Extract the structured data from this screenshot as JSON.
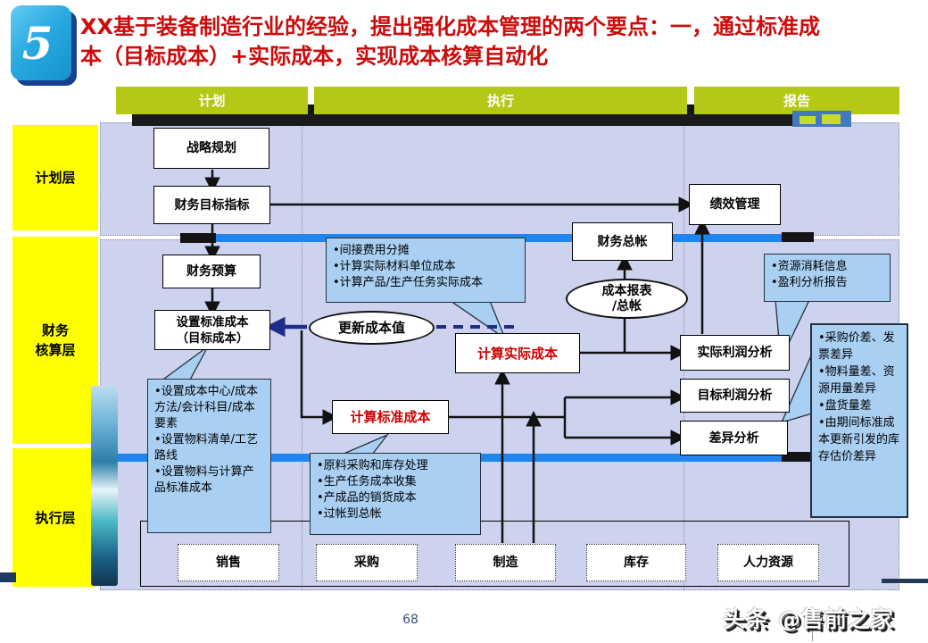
{
  "slide": {
    "badge": "5",
    "title": "XX基于装备制造行业的经验，提出强化成本管理的两个要点：一，通过标准成本（目标成本）+实际成本，实现成本核算自动化",
    "page_number": "68",
    "watermark": "头条 @售前之家"
  },
  "header": {
    "columns": [
      {
        "label": "计划"
      },
      {
        "label": "执行"
      },
      {
        "label": "报告"
      }
    ]
  },
  "layers": [
    {
      "label": "计划层"
    },
    {
      "label": "财务\n核算层"
    },
    {
      "label": "执行层"
    }
  ],
  "nodes": {
    "strategic_planning": {
      "label": "战略规划"
    },
    "financial_targets": {
      "label": "财务目标指标"
    },
    "financial_budget": {
      "label": "财务预算"
    },
    "set_standard_cost": {
      "label": "设置标准成本\n（目标成本）"
    },
    "update_cost_value": {
      "label": "更新成本值"
    },
    "calc_standard_cost": {
      "label": "计算标准成本"
    },
    "calc_actual_cost": {
      "label": "计算实际成本"
    },
    "financial_gl": {
      "label": "财务总帐"
    },
    "cost_report_gl": {
      "label": "成本报表\n/总帐"
    },
    "performance_mgmt": {
      "label": "绩效管理"
    },
    "actual_profit_analysis": {
      "label": "实际利润分析"
    },
    "target_profit_analysis": {
      "label": "目标利润分析"
    },
    "variance_analysis": {
      "label": "差异分析"
    }
  },
  "callouts": {
    "overhead": {
      "text": "•间接费用分摊\n•计算实际材料单位成本\n•计算产品/生产任务实际成本"
    },
    "setup": {
      "text": "•设置成本中心/成本方法/会计科目/成本要素\n•设置物料清单/工艺路线\n•设置物料与计算产品标准成本"
    },
    "posting": {
      "text": "•原料采购和库存处理\n•生产任务成本收集\n•产成品的销货成本\n•过帐到总帐"
    },
    "reports": {
      "text": "•资源消耗信息\n•盈利分析报告"
    },
    "variances": {
      "text": "•采购价差、发票差异\n•物料量差、资源用量差异\n•盘货量差\n•由期间标准成本更新引发的库存估价差异"
    }
  },
  "modules": [
    {
      "label": "销售"
    },
    {
      "label": "采购"
    },
    {
      "label": "制造"
    },
    {
      "label": "库存"
    },
    {
      "label": "人力资源"
    }
  ],
  "colors": {
    "accent_green": "#b5c815",
    "layer_yellow": "#ffff00",
    "divider_blue": "#1e86ee",
    "callout_blue": "#a9cff2",
    "title_red": "#cc0b0b",
    "badge_blue": "#29aae1",
    "bg_lavender": "#cdd2ef"
  }
}
